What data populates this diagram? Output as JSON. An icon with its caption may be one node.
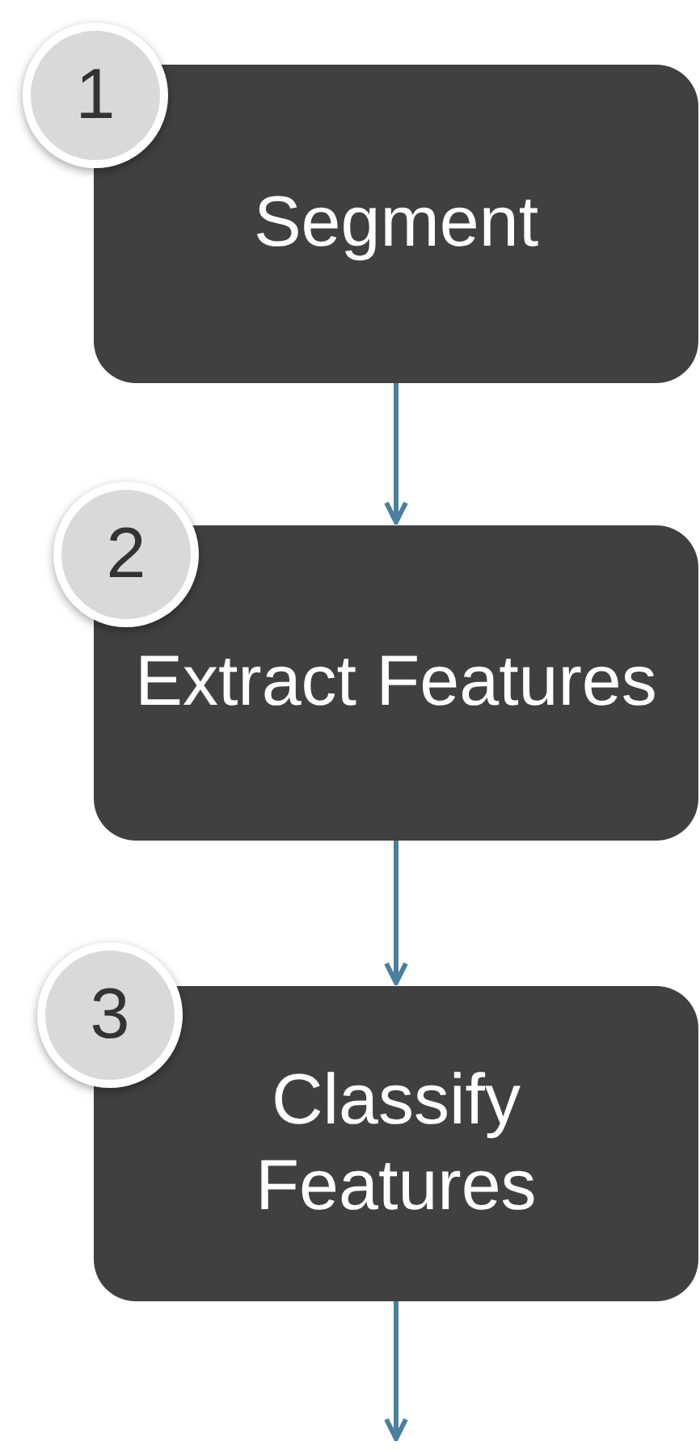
{
  "diagram": {
    "nodes": [
      {
        "text": [
          "1"
        ]
      },
      {
        "text": [
          "Segment"
        ]
      },
      {
        "text": [
          "2"
        ]
      },
      {
        "text": [
          "Extract Features"
        ]
      },
      {
        "text": [
          "3"
        ]
      },
      {
        "text": [
          "Classify Features"
        ]
      }
    ],
    "edges": [
      {
        "from": 1,
        "to": 3,
        "arrow": "to"
      },
      {
        "from": 3,
        "to": 5,
        "arrow": "to"
      },
      {
        "from": 5,
        "to": null,
        "arrow": "to"
      }
    ]
  }
}
